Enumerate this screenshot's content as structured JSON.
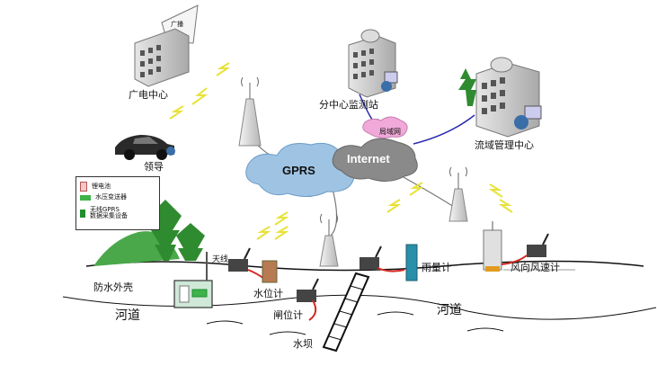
{
  "labels": {
    "broadcast_center": "广电中心",
    "sub_center": "分中心监测站",
    "basin_center": "流域管理中心",
    "leader": "领导",
    "gprs": "GPRS",
    "internet": "Internet",
    "lan": "局域网",
    "antenna": "天线",
    "waterproof_housing": "防水外壳",
    "water_level_gauge": "水位计",
    "gate_gauge": "闸位计",
    "rain_gauge": "雨量计",
    "wind_gauge": "风向风速计",
    "river_left": "河道",
    "river_right": "河道",
    "dam": "水坝",
    "billboard_sign": "广播"
  },
  "legend": [
    {
      "label": "锂电池",
      "color": "#f2c7c7",
      "icon": "battery-icon"
    },
    {
      "label": "水压变送器",
      "color": "#3db34a",
      "icon": "pressure-transmitter-icon"
    },
    {
      "label": "无线GPRS\n数据采集设备",
      "color": "#1f8f2e",
      "icon": "gprs-collector-icon"
    }
  ],
  "colors": {
    "gprs_cloud": "#9fc4e3",
    "internet_cloud": "#8a8a8a",
    "lan_cloud": "#f0a9d8",
    "signal_bolt": "#e8e23a",
    "cable_red": "#d42a22",
    "tree_green": "#2f8b2f",
    "link_blue": "#2a2ab0"
  }
}
